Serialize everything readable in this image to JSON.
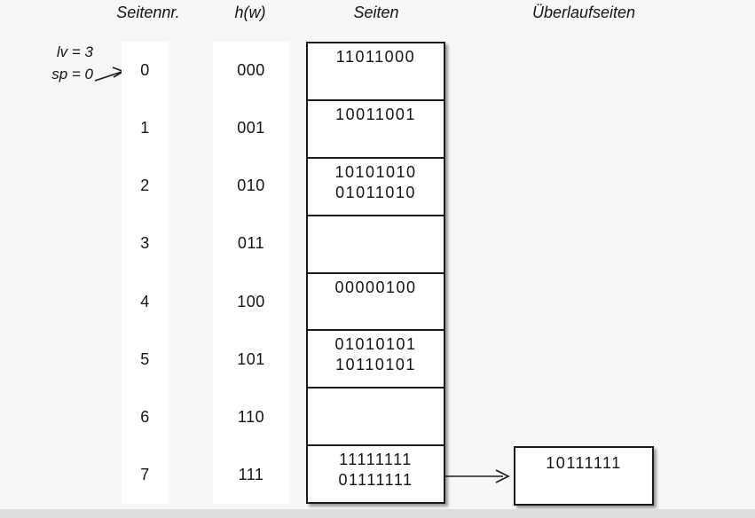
{
  "headers": {
    "seitennr": "Seitennr.",
    "hw": "h(w)",
    "seiten": "Seiten",
    "ueberlauf": "Überlaufseiten"
  },
  "annotation": {
    "lv": "lv = 3",
    "sp": "sp = 0",
    "points_to_bucket": "0"
  },
  "buckets": [
    {
      "nr": "0",
      "hw": "000",
      "line1": "11011000",
      "line2": ""
    },
    {
      "nr": "1",
      "hw": "001",
      "line1": "10011001",
      "line2": ""
    },
    {
      "nr": "2",
      "hw": "010",
      "line1": "10101010",
      "line2": "01011010"
    },
    {
      "nr": "3",
      "hw": "011",
      "line1": "",
      "line2": ""
    },
    {
      "nr": "4",
      "hw": "100",
      "line1": "00000100",
      "line2": ""
    },
    {
      "nr": "5",
      "hw": "101",
      "line1": "01010101",
      "line2": "10110101"
    },
    {
      "nr": "6",
      "hw": "110",
      "line1": "",
      "line2": ""
    },
    {
      "nr": "7",
      "hw": "111",
      "line1": "11111111",
      "line2": "01111111"
    }
  ],
  "overflow": {
    "line1": "10111111",
    "line2": "",
    "linked_from_bucket": "7"
  },
  "icons": {
    "pointer_arrow": "arrow-up-right",
    "overflow_arrow": "arrow-right"
  },
  "colors": {
    "background": "#f7f7f8",
    "panel": "#ffffff",
    "border": "#1b1b1b",
    "text": "#141414",
    "bottom_bar": "#dedede"
  }
}
